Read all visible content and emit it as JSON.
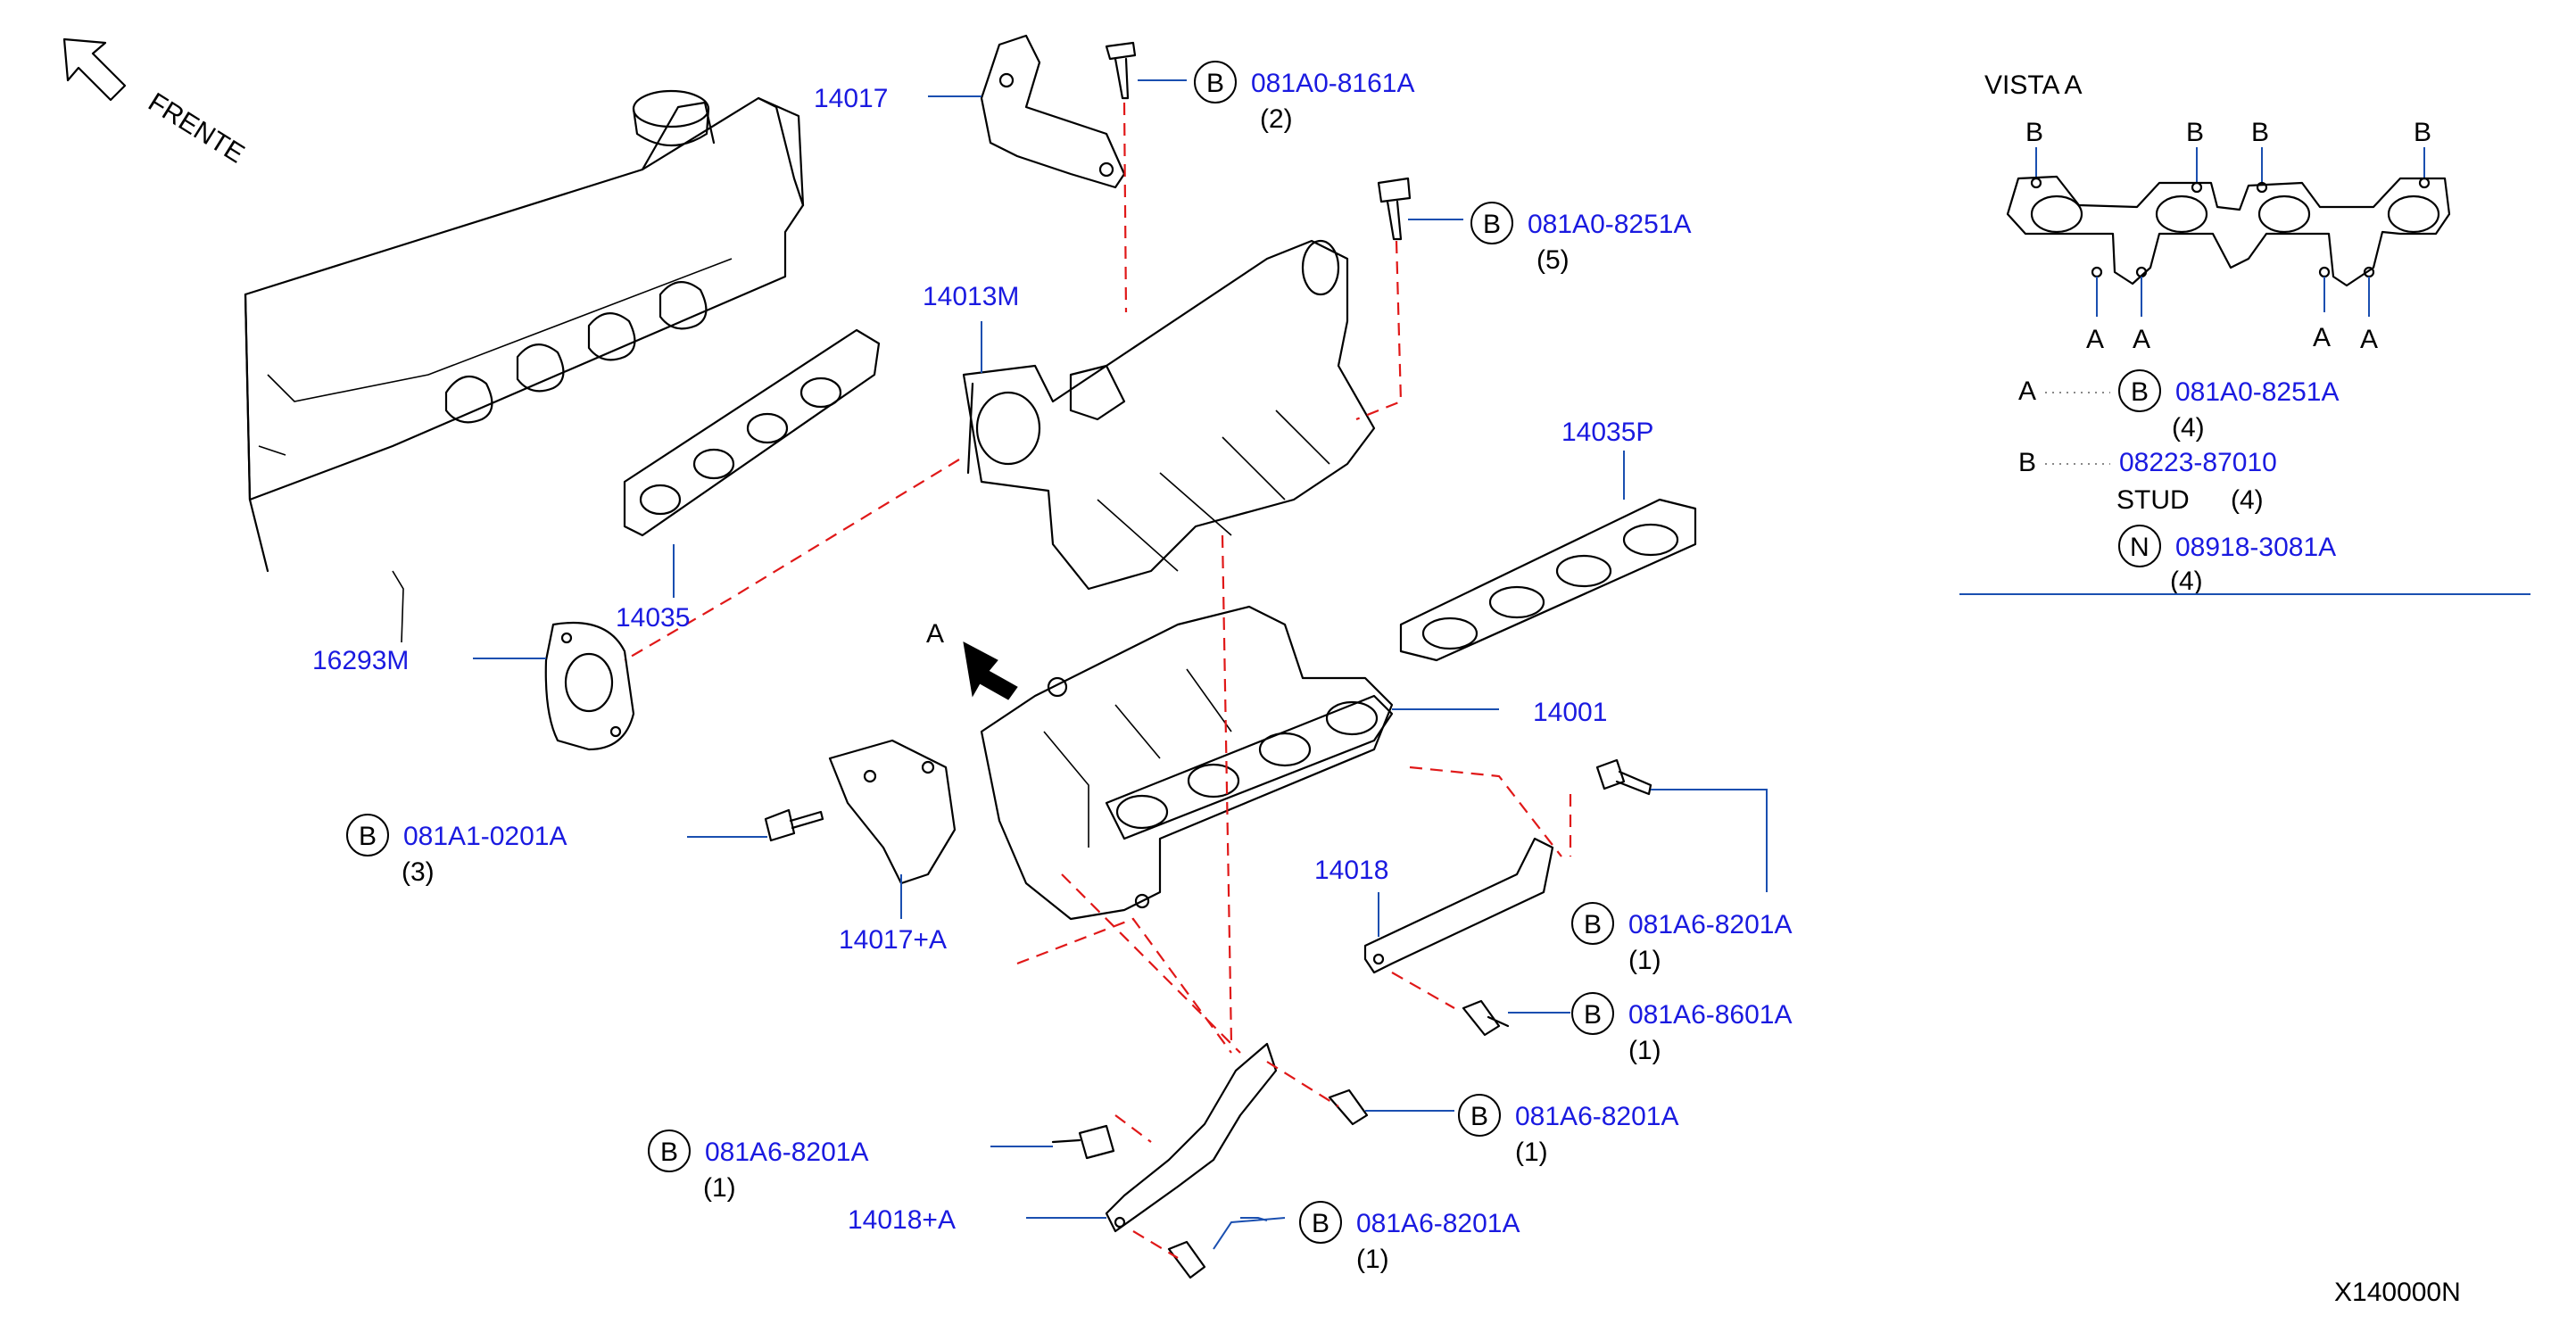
{
  "diagram": {
    "frente_label": "FRENTE",
    "view_arrow_label": "A",
    "drawing_code": "X140000N"
  },
  "callouts": {
    "c14017": "14017",
    "c14013m": "14013M",
    "c14035": "14035",
    "c16293m": "16293M",
    "c14035p": "14035P",
    "c14001": "14001",
    "c14017a": "14017+A",
    "c14018": "14018",
    "c14018a": "14018+A"
  },
  "bolts": [
    {
      "mark": "B",
      "part": "081A0-8161A",
      "qty": "(2)"
    },
    {
      "mark": "B",
      "part": "081A0-8251A",
      "qty": "(5)"
    },
    {
      "mark": "B",
      "part": "081A1-0201A",
      "qty": "(3)"
    },
    {
      "mark": "B",
      "part": "081A6-8201A",
      "qty": "(1)"
    },
    {
      "mark": "B",
      "part": "081A6-8601A",
      "qty": "(1)"
    },
    {
      "mark": "B",
      "part": "081A6-8201A",
      "qty": "(1)"
    },
    {
      "mark": "B",
      "part": "081A6-8201A",
      "qty": "(1)"
    },
    {
      "mark": "B",
      "part": "081A6-8201A",
      "qty": "(1)"
    }
  ],
  "vista": {
    "title": "VISTA   A",
    "b_label": "B",
    "a_label": "A",
    "legend": {
      "a_key": "A",
      "a_mark": "B",
      "a_part": "081A0-8251A",
      "a_qty": "(4)",
      "b_key": "B",
      "b_part": "08223-87010",
      "b_desc": "STUD",
      "b_qty": "(4)",
      "n_mark": "N",
      "n_part": "08918-3081A",
      "n_qty": "(4)"
    }
  },
  "colors": {
    "part_number": "#1a1ae0",
    "leader": "#1a4fb0",
    "dashed_guide": "#e01818"
  }
}
